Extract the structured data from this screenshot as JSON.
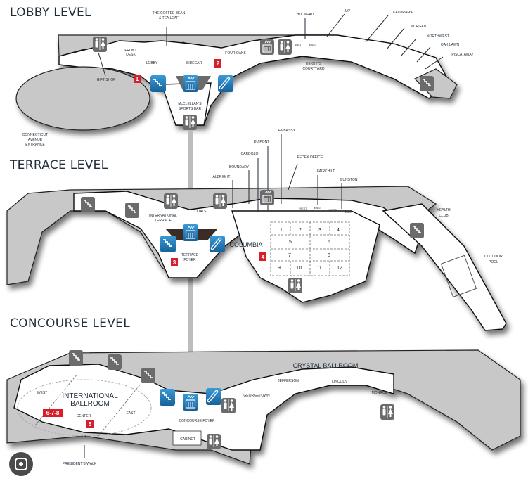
{
  "levels": {
    "lobby": {
      "title": "LOBBY LEVEL",
      "labels": {
        "coffee": "THE COFFEE BEAN",
        "coffee2": "& TEA LEAF",
        "front_desk": "FRONT",
        "front_desk2": "DESK",
        "lobby": "LOBBY",
        "sidecar": "SIDECAR",
        "four_oaks": "FOUR OAKS",
        "gift_shop": "GIFT SHOP",
        "mcclellans": "McCLELLAN'S",
        "mcclellans2": "SPORTS BAR",
        "heights": "HEIGHTS",
        "heights2": "COURTYARD",
        "holmead": "HOLMEAD",
        "jay": "JAY",
        "kalorama": "KALORAMA",
        "morgan": "MORGAN",
        "northwest": "NORTHWEST",
        "oak_lawn": "OAK LAWN",
        "piscataway": "PISCATAWAY",
        "west": "WEST",
        "east": "EAST",
        "connecticut": "CONNECTICUT",
        "connecticut2": "AVENUE",
        "connecticut3": "ENTRANCE"
      },
      "badges": [
        "1",
        "2"
      ]
    },
    "terrace": {
      "title": "TERRACE LEVEL",
      "labels": {
        "embassy": "EMBASSY",
        "du_pont": "DU PONT",
        "cardozo": "CARDOZO",
        "boundary": "BOUNDARY",
        "albright": "ALBRIGHT",
        "fedex": "FEDEX OFFICE",
        "fairchild": "FAIRCHILD",
        "gunston": "GUNSTON",
        "coats": "COATS",
        "intl_terrace": "INTERNATIONAL",
        "intl_terrace2": "TERRACE",
        "terrace_foyer": "TERRACE",
        "terrace_foyer2": "FOYER",
        "columbia": "COLUMBIA",
        "health": "HEALTH",
        "health2": "CLUB",
        "pool": "OUTDOOR",
        "pool2": "POOL",
        "west": "WEST",
        "east": "EAST"
      },
      "columbia_sections": [
        "1",
        "2",
        "3",
        "4",
        "5",
        "6",
        "7",
        "8",
        "9",
        "10",
        "11",
        "12"
      ],
      "badges": [
        "3",
        "4"
      ]
    },
    "concourse": {
      "title": "CONCOURSE LEVEL",
      "labels": {
        "intl_ballroom": "INTERNATIONAL",
        "intl_ballroom2": "BALLROOM",
        "west": "WEST",
        "center": "CENTER",
        "east": "EAST",
        "concourse_foyer": "CONCOURSE FOYER",
        "cabinet": "CABINET",
        "presidents_walk": "PRESIDENT'S WALK",
        "crystal": "CRYSTAL BALLROOM",
        "georgetown": "GEORGETOWN",
        "jefferson": "JEFFERSON",
        "lincoln": "LINCOLN",
        "monroe": "MONROE"
      },
      "badges": [
        "6-7-8",
        "5"
      ]
    }
  },
  "colors": {
    "badge_red": "#d71f2b",
    "icon_blue": "#1f7fc0",
    "icon_grey": "#6b6b6b",
    "floor_grey": "#c8c8c8"
  },
  "icons": [
    "restroom-icon",
    "elevator-icon",
    "stairs-icon",
    "escalator-icon",
    "lens-icon"
  ]
}
